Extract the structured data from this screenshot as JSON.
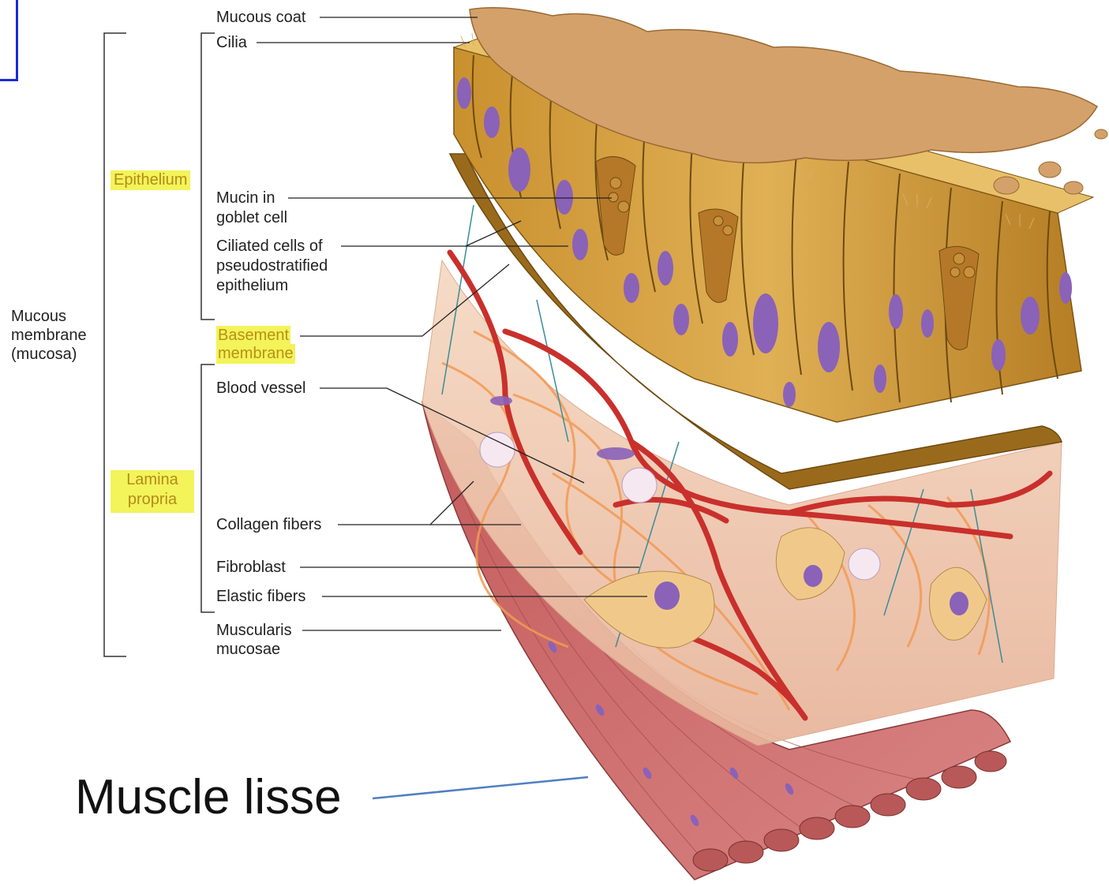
{
  "labels": {
    "mucous_coat": "Mucous coat",
    "cilia": "Cilia",
    "epithelium": "Epithelium",
    "mucin_line1": "Mucin in",
    "mucin_line2": "goblet cell",
    "ciliated_line1": "Ciliated cells of",
    "ciliated_line2": "pseudostratified",
    "ciliated_line3": "epithelium",
    "mucous_membrane_line1": "Mucous",
    "mucous_membrane_line2": "membrane",
    "mucous_membrane_line3": "(mucosa)",
    "basement_line1": "Basement",
    "basement_line2": "membrane",
    "blood_vessel": "Blood vessel",
    "lamina_line1": "Lamina",
    "lamina_line2": "propria",
    "collagen": "Collagen fibers",
    "fibroblast": "Fibroblast",
    "elastic": "Elastic fibers",
    "muscularis_line1": "Muscularis",
    "muscularis_line2": "mucosae",
    "muscle_lisse": "Muscle lisse"
  },
  "colors": {
    "highlight": "#f3f35a",
    "frame": "#1a2bd6",
    "pointer_blue": "#4f7fc0",
    "epithelium": "#d9a441",
    "nucleus": "#8a62b8",
    "muscle": "#c96a6a",
    "vessel": "#c9302c"
  }
}
